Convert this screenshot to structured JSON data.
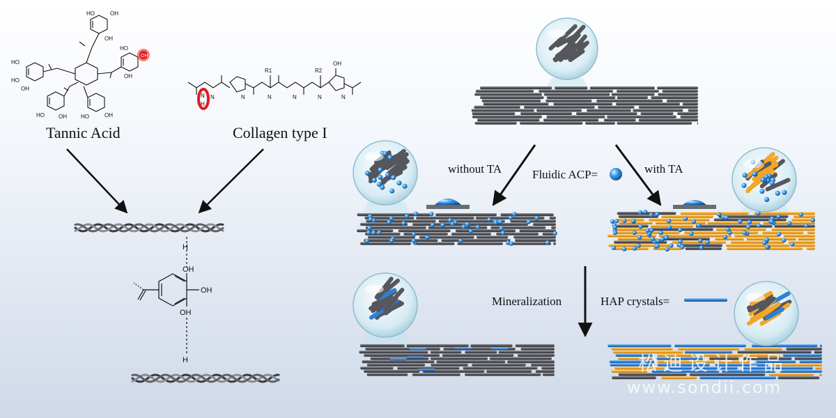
{
  "labels": {
    "tannic_acid": "Tannic Acid",
    "collagen": "Collagen type I",
    "without_ta": "without TA",
    "fluidic_acp": "Fluidic ACP=",
    "with_ta": "with TA",
    "mineralization": "Mineralization",
    "hap_crystals": "HAP crystals="
  },
  "chem_labels": {
    "oh": "OH",
    "ho": "HO",
    "h": "H",
    "n": "N",
    "r1": "R1",
    "r2": "R2"
  },
  "watermark": {
    "cn": "松迪设计作品",
    "url": "www.sondii.com"
  },
  "colors": {
    "rod_gray": "#5b5d63",
    "acp_blue": "#2f8fe0",
    "ta_orange": "#f2a62a",
    "hap_blue": "#2d7fd6",
    "highlight_red": "#e21b1b",
    "arrow": "#111111"
  }
}
